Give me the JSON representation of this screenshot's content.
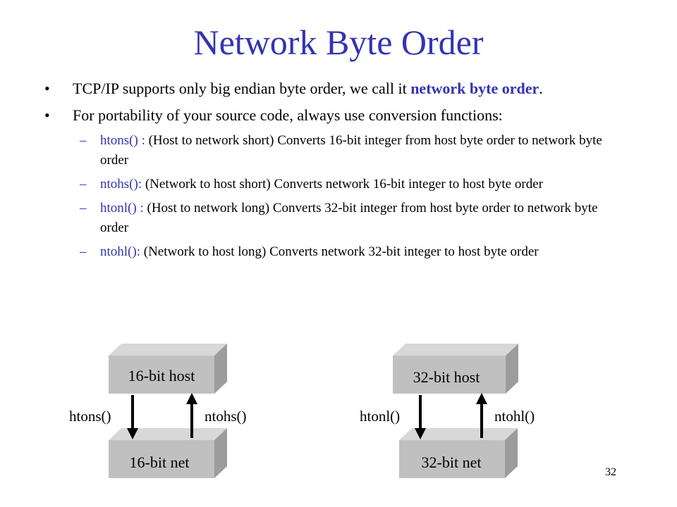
{
  "slide": {
    "title": "Network Byte Order",
    "page_number": "32"
  },
  "bullets": [
    {
      "marker": "•",
      "text_before": "TCP/IP supports only big endian byte order, we call it ",
      "highlight": "network byte order",
      "text_after": "."
    },
    {
      "marker": "•",
      "text": "For portability of your source code, always use conversion functions:"
    }
  ],
  "sub_bullets": [
    {
      "marker": "–",
      "fn": "htons() : ",
      "desc": "(Host to network short) Converts 16-bit integer from host byte order to network byte order"
    },
    {
      "marker": "–",
      "fn": "ntohs(): ",
      "desc": "(Network to host short) Converts network 16-bit integer to host byte order"
    },
    {
      "marker": "–",
      "fn": " htonl() : ",
      "desc": "(Host to network long) Converts 32-bit integer from host byte order to network byte order"
    },
    {
      "marker": "–",
      "fn": "ntohl(): ",
      "desc": "(Network to host long) Converts network 32-bit integer to host byte order"
    }
  ],
  "diagram": {
    "box_16_host": "16-bit host",
    "box_16_net": "16-bit net",
    "box_32_host": "32-bit host",
    "box_32_net": "32-bit net",
    "label_htons": "htons()",
    "label_ntohs": "ntohs()",
    "label_htonl": "htonl()",
    "label_ntohl": "ntohl()",
    "colors": {
      "box_front": "#c0c0c0",
      "box_side": "#9c9c9c",
      "box_top": "#d8d8d8",
      "title_blue": "#3333b3",
      "label_green": "#2e9a2e"
    }
  }
}
